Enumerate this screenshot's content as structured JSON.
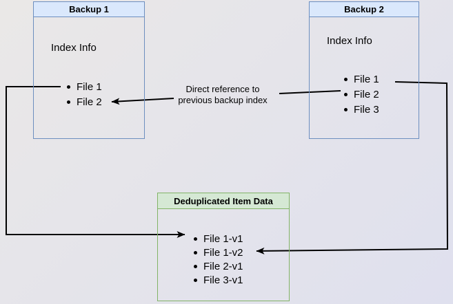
{
  "nodes": {
    "backup1": {
      "title": "Backup 1",
      "subtitle": "Index Info",
      "items": [
        "File 1",
        "File 2"
      ]
    },
    "backup2": {
      "title": "Backup 2",
      "subtitle": "Index Info",
      "items": [
        "File 1",
        "File 2",
        "File 3"
      ]
    },
    "dedup": {
      "title": "Deduplicated Item Data",
      "items": [
        "File 1-v1",
        "File 1-v2",
        "File 2-v1",
        "File 3-v1"
      ]
    }
  },
  "annotations": {
    "direct_reference": {
      "text": "Direct reference to\nprevious backup index"
    }
  },
  "edges": [
    {
      "name": "backup2-to-backup1-direct-reference",
      "from": "Backup 2 / File 2",
      "to": "Backup 1 / File 2"
    },
    {
      "name": "backup1-files-to-dedup",
      "from": "Backup 1 / File 1",
      "to": "Deduplicated Item Data / File 1-v1"
    },
    {
      "name": "backup2-files-to-dedup",
      "from": "Backup 2 / File 1",
      "to": "Deduplicated Item Data / File 1-v2"
    }
  ],
  "colors": {
    "blue_fill": "#dae8fc",
    "blue_border": "#6c8ebf",
    "green_fill": "#d5e8d4",
    "green_border": "#82b366",
    "arrow": "#000000",
    "bg_start": "#eae8e7",
    "bg_end": "#dfe0ee"
  }
}
